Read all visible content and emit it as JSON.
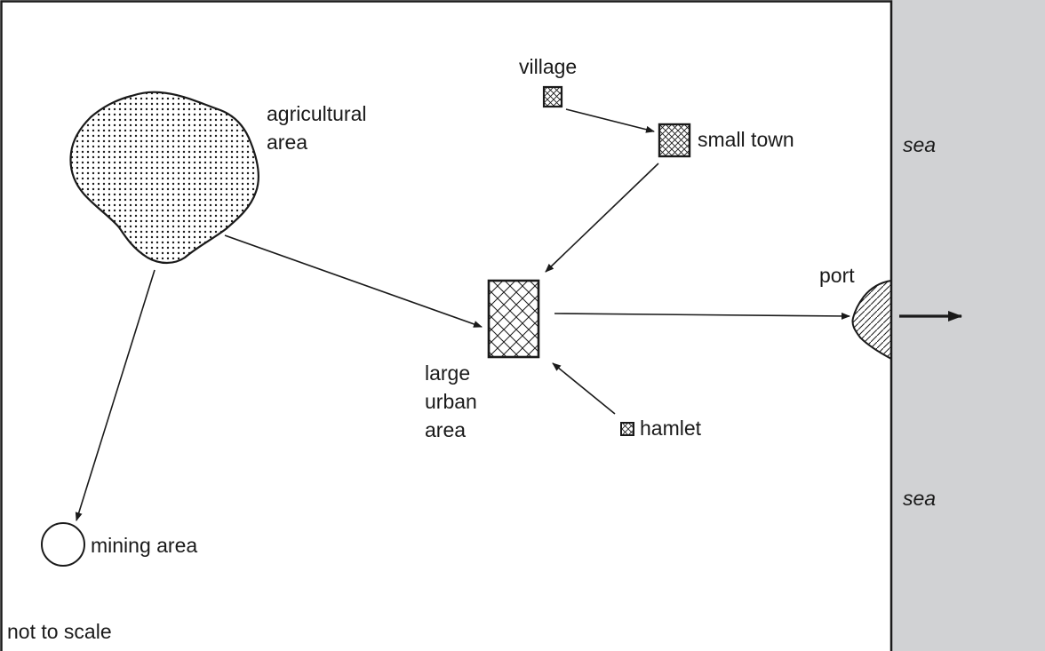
{
  "labels": {
    "sea_top": "sea",
    "sea_bottom": "sea",
    "agricultural_line1": "agricultural",
    "agricultural_line2": "area",
    "village": "village",
    "small_town": "small town",
    "large_urban_line1": "large",
    "large_urban_line2": "urban",
    "large_urban_line3": "area",
    "hamlet": "hamlet",
    "port": "port",
    "mining_area": "mining area",
    "scale_note": "not to scale"
  },
  "colors": {
    "sea": "#d1d2d4",
    "ink": "#1a1a1a",
    "background": "#ffffff"
  }
}
